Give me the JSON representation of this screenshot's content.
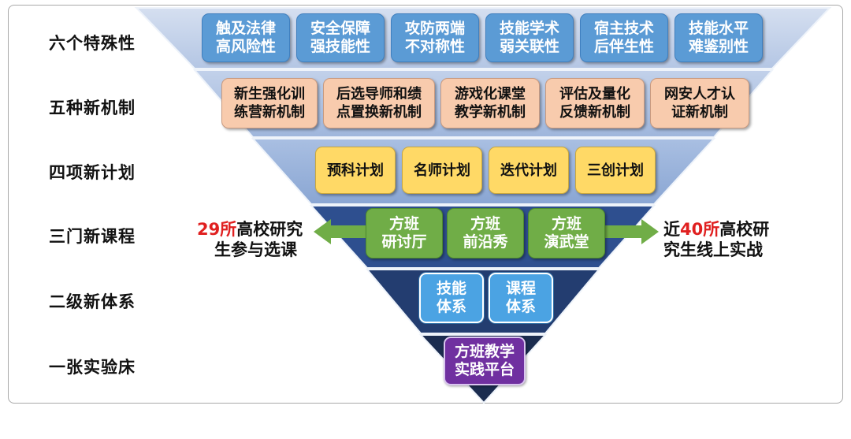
{
  "colors": {
    "level1": "#bccbe6",
    "level2": "#a7bde0",
    "level3": "#8ea9d5",
    "level4": "#2e4f8f",
    "level5": "#233d70",
    "level6": "#1b2c4f",
    "arrow": "#70ad47",
    "highlight": "#e02020"
  },
  "rows": [
    {
      "label": "六个特殊性"
    },
    {
      "label": "五种新机制"
    },
    {
      "label": "四项新计划"
    },
    {
      "label": "三门新课程"
    },
    {
      "label": "二级新体系"
    },
    {
      "label": "一张实验床"
    }
  ],
  "specialties": [
    {
      "text": "触及法律\n高风险性"
    },
    {
      "text": "安全保障\n强技能性"
    },
    {
      "text": "攻防两端\n不对称性"
    },
    {
      "text": "技能学术\n弱关联性"
    },
    {
      "text": "宿主技术\n后伴生性"
    },
    {
      "text": "技能水平\n难鉴别性"
    }
  ],
  "mechanisms": [
    {
      "text": "新生强化训\n练营新机制"
    },
    {
      "text": "后选导师和绩\n点置换新机制"
    },
    {
      "text": "游戏化课堂\n教学新机制"
    },
    {
      "text": "评估及量化\n反馈新机制"
    },
    {
      "text": "网安人才认\n证新机制"
    }
  ],
  "plans": [
    {
      "text": "预科计划"
    },
    {
      "text": "名师计划"
    },
    {
      "text": "迭代计划"
    },
    {
      "text": "三创计划"
    }
  ],
  "courses": [
    {
      "text": "方班\n研讨厅"
    },
    {
      "text": "方班\n前沿秀"
    },
    {
      "text": "方班\n演武堂"
    }
  ],
  "systems": [
    {
      "text": "技能\n体系"
    },
    {
      "text": "课程\n体系"
    }
  ],
  "platform": {
    "text": "方班教学\n实践平台"
  },
  "left_note": {
    "number": "29所",
    "line1_rest": "高校研究",
    "line2": "生参与选课"
  },
  "right_note": {
    "prefix": "近",
    "number": "40所",
    "line1_rest": "高校研",
    "line2": "究生线上实战"
  }
}
